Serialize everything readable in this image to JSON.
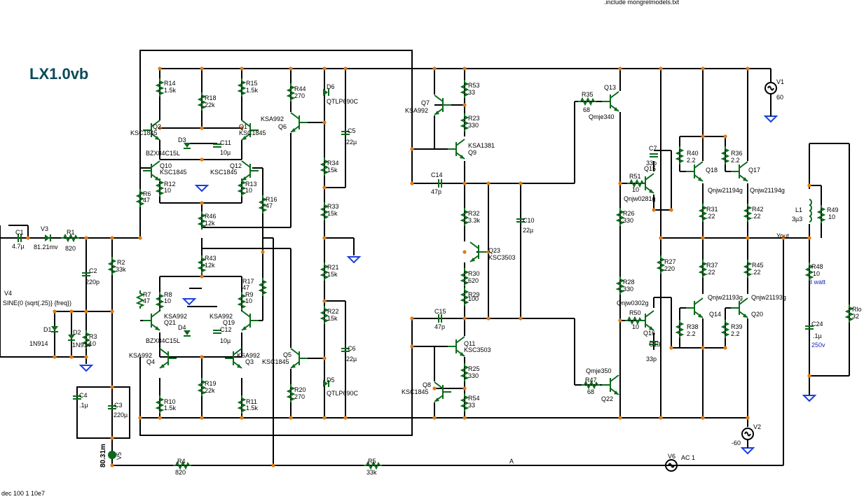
{
  "title": "LX1.0vb",
  "include_directive": ".include mongrelmodels.txt",
  "analysis_directive": "dec 100 1 10e7",
  "node_label_vout": "Yout",
  "node_label_a": "A",
  "node_voltage_v5": "80.31m",
  "colors": {
    "wire": "#000000",
    "component": "#0a6a1a",
    "ground": "#1a3ee0",
    "junction": "#e07a14",
    "title": "#0b4a5a"
  },
  "sources": [
    {
      "ref": "V1",
      "value": "60"
    },
    {
      "ref": "V2",
      "value": "-60"
    },
    {
      "ref": "V3",
      "value": "81.21mv"
    },
    {
      "ref": "V4",
      "value": "SINE(0 {sqrt(.25)} {freq})"
    },
    {
      "ref": "V5",
      "value": ""
    },
    {
      "ref": "V6",
      "value": "AC 1"
    }
  ],
  "resistors": [
    {
      "ref": "R1",
      "value": "820"
    },
    {
      "ref": "R2",
      "value": "33k"
    },
    {
      "ref": "R3",
      "value": "10"
    },
    {
      "ref": "R4",
      "value": "820"
    },
    {
      "ref": "R5",
      "value": "33k"
    },
    {
      "ref": "R6",
      "value": "47"
    },
    {
      "ref": "R7",
      "value": "47"
    },
    {
      "ref": "R8",
      "value": "10"
    },
    {
      "ref": "R9",
      "value": "10"
    },
    {
      "ref": "R10",
      "value": "1.5k"
    },
    {
      "ref": "R11",
      "value": "1.5k"
    },
    {
      "ref": "R12",
      "value": "10"
    },
    {
      "ref": "R13",
      "value": "10"
    },
    {
      "ref": "R14",
      "value": "1.5k"
    },
    {
      "ref": "R15",
      "value": "1.5k"
    },
    {
      "ref": "R16",
      "value": "47"
    },
    {
      "ref": "R17",
      "value": "47"
    },
    {
      "ref": "R18",
      "value": "22k"
    },
    {
      "ref": "R19",
      "value": "22k"
    },
    {
      "ref": "R20",
      "value": "270"
    },
    {
      "ref": "R21",
      "value": "15k"
    },
    {
      "ref": "R22",
      "value": "15k"
    },
    {
      "ref": "R23",
      "value": "330"
    },
    {
      "ref": "R25",
      "value": "330"
    },
    {
      "ref": "R26",
      "value": "330"
    },
    {
      "ref": "R27",
      "value": "220"
    },
    {
      "ref": "R28",
      "value": "330"
    },
    {
      "ref": "R29",
      "value": "100"
    },
    {
      "ref": "R30",
      "value": "620"
    },
    {
      "ref": "R31",
      "value": ".22"
    },
    {
      "ref": "R32",
      "value": "3.3k"
    },
    {
      "ref": "R33",
      "value": "15k"
    },
    {
      "ref": "R34",
      "value": "15k"
    },
    {
      "ref": "R35",
      "value": "68"
    },
    {
      "ref": "R36",
      "value": "2.2"
    },
    {
      "ref": "R37",
      "value": ".22"
    },
    {
      "ref": "R38",
      "value": "2.2"
    },
    {
      "ref": "R39",
      "value": "2.2"
    },
    {
      "ref": "R40",
      "value": "2.2"
    },
    {
      "ref": "R42",
      "value": ".22"
    },
    {
      "ref": "R43",
      "value": "12k"
    },
    {
      "ref": "R44",
      "value": "270"
    },
    {
      "ref": "R45",
      "value": ".22"
    },
    {
      "ref": "R46",
      "value": "12k"
    },
    {
      "ref": "R47",
      "value": "68"
    },
    {
      "ref": "R48",
      "value": "10"
    },
    {
      "ref": "R48_power",
      "value": "3 watt"
    },
    {
      "ref": "R49",
      "value": "10"
    },
    {
      "ref": "R50",
      "value": "10"
    },
    {
      "ref": "R51",
      "value": "10"
    },
    {
      "ref": "R53",
      "value": "33"
    },
    {
      "ref": "R54",
      "value": "33"
    },
    {
      "ref": "Rlo",
      "value": "32"
    }
  ],
  "capacitors": [
    {
      "ref": "C1",
      "value": "4.7µ"
    },
    {
      "ref": "C2",
      "value": "220p"
    },
    {
      "ref": "C3",
      "value": "220µ"
    },
    {
      "ref": "C4",
      "value": ".1µ"
    },
    {
      "ref": "C5",
      "value": "22µ"
    },
    {
      "ref": "C6",
      "value": "22µ"
    },
    {
      "ref": "C7",
      "value": "33p"
    },
    {
      "ref": "C10",
      "value": "22µ"
    },
    {
      "ref": "C11",
      "value": "10µ"
    },
    {
      "ref": "C12",
      "value": "10µ"
    },
    {
      "ref": "C13",
      "value": "33p"
    },
    {
      "ref": "C14",
      "value": "47p"
    },
    {
      "ref": "C15",
      "value": "47p"
    },
    {
      "ref": "C24",
      "value": ".1µ"
    },
    {
      "ref": "C24_voltage",
      "value": "250v"
    }
  ],
  "inductors": [
    {
      "ref": "L1",
      "value": "3µ3"
    }
  ],
  "diodes": [
    {
      "ref": "D1",
      "value": "1N914"
    },
    {
      "ref": "D2",
      "value": "1N914"
    },
    {
      "ref": "D3",
      "value": "BZX84C15L"
    },
    {
      "ref": "D4",
      "value": "BZX84C15L"
    },
    {
      "ref": "D5",
      "value": "QTLP690C"
    },
    {
      "ref": "D6",
      "value": "QTLP690C"
    }
  ],
  "transistors": [
    {
      "ref": "Q1",
      "model": "KSC1845"
    },
    {
      "ref": "Q2",
      "model": "KSC1845"
    },
    {
      "ref": "Q3",
      "model": "KSA992"
    },
    {
      "ref": "Q4",
      "model": "KSA992"
    },
    {
      "ref": "Q5",
      "model": "KSC1845"
    },
    {
      "ref": "Q6",
      "model": "KSA992"
    },
    {
      "ref": "Q7",
      "model": "KSA992"
    },
    {
      "ref": "Q8",
      "model": "KSC1845"
    },
    {
      "ref": "Q9",
      "model": "KSA1381"
    },
    {
      "ref": "Q10",
      "model": "KSC1845"
    },
    {
      "ref": "Q11",
      "model": "KSC3503"
    },
    {
      "ref": "Q12",
      "model": "KSC1845"
    },
    {
      "ref": "Q13",
      "model": "Qmje340"
    },
    {
      "ref": "Q14",
      "model": "Qnjw21193g"
    },
    {
      "ref": "Q15",
      "model": "Qnjw0281g"
    },
    {
      "ref": "Q16",
      "model": "Qnjw0302g"
    },
    {
      "ref": "Q17",
      "model": "Qnjw21194g"
    },
    {
      "ref": "Q18",
      "model": "Qnjw21194g"
    },
    {
      "ref": "Q19",
      "model": "KSA992"
    },
    {
      "ref": "Q20",
      "model": "Qnjw21193g"
    },
    {
      "ref": "Q21",
      "model": "KSA992"
    },
    {
      "ref": "Q22",
      "model": "Qmje350"
    },
    {
      "ref": "Q23",
      "model": "KSC3503"
    }
  ]
}
